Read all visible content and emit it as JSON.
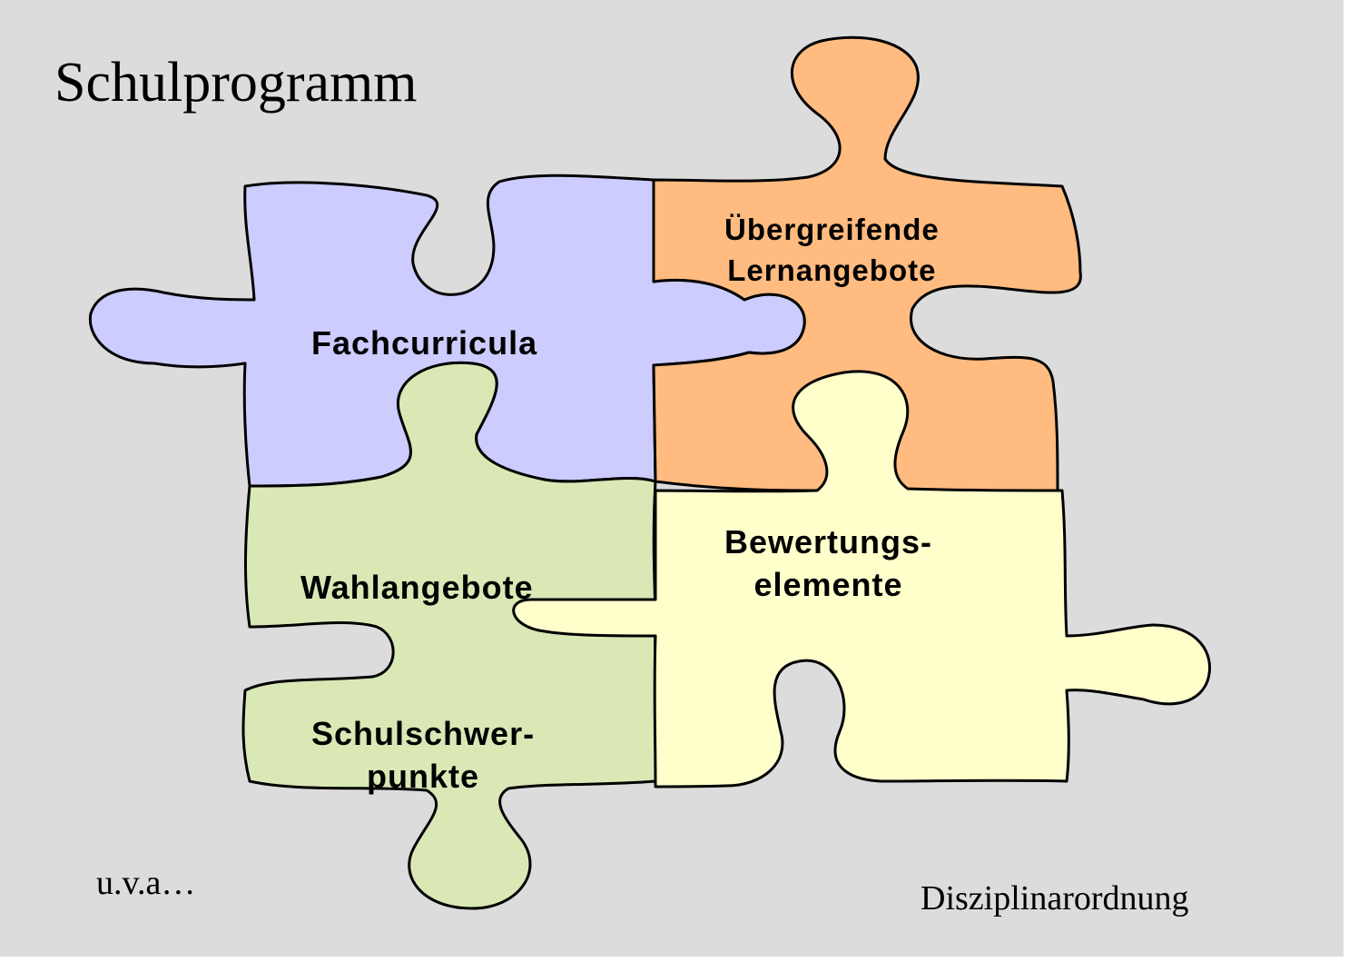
{
  "title": "Schulprogramm",
  "pieces": {
    "fachcurricula": {
      "label": "Fachcurricula",
      "color": "#ccccff"
    },
    "uebergreifende": {
      "line1": "Übergreifende",
      "line2": "Lernangebote",
      "color": "#ffbb80"
    },
    "bewertung": {
      "line1": "Bewertungs-",
      "line2": "elemente",
      "color": "#ffffcc"
    },
    "wahlangebote": {
      "label": "Wahlangebote",
      "color": "#d9e8b5"
    },
    "schulschwer": {
      "line1": "Schulschwer-",
      "line2": "punkte",
      "color": "#d9e8b5"
    }
  },
  "notes": {
    "left": "u.v.a…",
    "right": "Disziplinarordnung"
  },
  "colors": {
    "background": "#dcdcdc",
    "outline": "#000000"
  }
}
